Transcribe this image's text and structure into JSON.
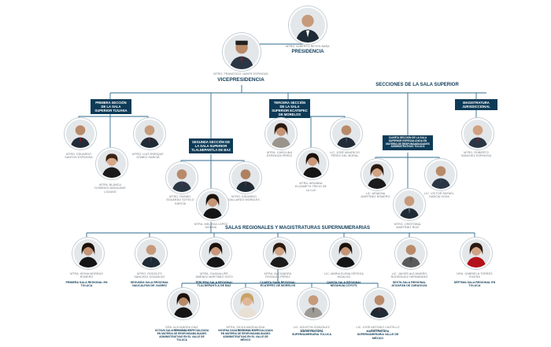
{
  "colors": {
    "navy": "#0d3b57",
    "line": "#2f6b8d",
    "caption": "#6d747a"
  },
  "headings": {
    "presidencia": "PRESIDENCIA",
    "vicepresidencia": "VICEPRESIDENCIA",
    "secciones": "SECCIONES DE LA SALA SUPERIOR",
    "salas_regionales": "SALAS REGIONALES Y MAGISTRATURAS SUPERNUMERARIAS"
  },
  "boxes": {
    "primera": "PRIMERA SECCIÓN DE LA SALA SUPERIOR TIJUANA",
    "segunda": "SEGUNDA SECCIÓN DE LA SALA SUPERIOR TLALNEPANTLA DE BAZ",
    "tercera": "TERCERA SECCIÓN DE LA SALA SUPERIOR ECATEPEC DE MORELOS",
    "cuarta": "CUARTA SECCIÓN DE LA SALA SUPERIOR ESPECIALIZADA EN MATERIA DE RESPONSABILIDADES ADMINISTRATIVAS TOLUCA",
    "jurisdiccional": "MAGISTRATURA JURISDICCIONAL"
  },
  "people": {
    "pres": "MTRO. ALBERTO REYES BAÑA",
    "vice": "MTRO. FRANCISCO JAVIER ESPINOZA",
    "p1a": "MTRO. EDUARDO SANTOS ESPINOSA",
    "p1b": "MTRO. LUIS ENRIQUE GÓMEZ GARCÍA",
    "p1c": "MTRA. BLANCA DOMINGO ANGUIANO LOZANO",
    "p2a": "MTRO. RAFAEL EDUARDO SOTELO GARCÍA",
    "p2b": "MTRO. EDUARDO GALLARDO MORALES",
    "p2c": "MTRA. MELISSA LOPEZ MOLINA",
    "p3a": "MTRA. CAROLINA ESPINOZA PÉREZ",
    "p3b": "LIC. JOSÉ MAURICIO PÉREZ DEL MORAL",
    "p3c": "MTRA. ARIANNA ELIZABETH TREJO DE LA LUZ",
    "p4a": "LIC. ARIADNA MARTÍNEZ ROMERO",
    "p4b": "LIC. VÍCTOR RAFAEL GARCÍA SOSA",
    "p4c": "MTRO. CRISTÓBAL MARTÍNEZ RUIZ",
    "pj": "MTRO. ROBERTO SÁNCHEZ ESPINOSA"
  },
  "regionales_row1": [
    {
      "name": "MTRA. KENIA MORENO ROMERO",
      "sala": "PRIMERA SALA REGIONAL EN TOLUCA"
    },
    {
      "name": "MTRO. RODOLFO SÁNCHEZ GONZÁLEZ",
      "sala": "SEGUNDA SALA REGIONAL NAUCALPAN DE JUÁREZ"
    },
    {
      "name": "MTRA. GUADALUPE JIMÉNEZ MARTÍNEZ SOTO",
      "sala": "TERCERA SALA REGIONAL TLALNEPANTLA DE BAZ"
    },
    {
      "name": "MTRA. ALEJANDRA ROSALES PÉREZ",
      "sala": "CUARTA SALA REGIONAL ECATEPEC DE MORELOS"
    },
    {
      "name": "LIC. MARIA ELENA ORTEGA HIDALGO",
      "sala": "QUINTA SALA REGIONAL NEZAHUALCÓYOTL"
    },
    {
      "name": "LIC. JAVIER ALEJANDRO RODRÍGUEZ HERNÁNDEZ",
      "sala": "SEXTA SALA REGIONAL ATIZAPÁN DE ZARAGOZA"
    },
    {
      "name": "DRA. GABRIELA TORRES RIVERA",
      "sala": "SÉPTIMA SALA REGIONAL EN TOLUCA"
    }
  ],
  "regionales_row2": [
    {
      "name": "DRA. ALEJANDRA DIAZ HERNÁNDEZ",
      "sala": "OCTAVA SALA REGIONAL ESPECIALIZADA EN MATERIA DE RESPONSABILIDADES ADMINISTRATIVAS EN EL VALLE DE TOLUCA"
    },
    {
      "name": "MTRA. SILVIA MAGDALENA GONZÁLEZ RUIZ",
      "sala": "NOVENA SALA REGIONAL ESPECIALIZADA EN MATERIA DE RESPONSABILIDADES ADMINISTRATIVAS EN EL VALLE DE MÉXICO"
    },
    {
      "name": "LIC. AGUSTIN GONZÁLEZ TRINIDAD CRUZ",
      "sala": "MAGISTRATURA SUPERNUMERARIA TOLUCA"
    },
    {
      "name": "LIC. JOSÉ ANTONIO CASTILLO MORALES",
      "sala": "MAGISTRATURA SUPERNUMERARIA VALLE DE MÉXICO"
    }
  ]
}
